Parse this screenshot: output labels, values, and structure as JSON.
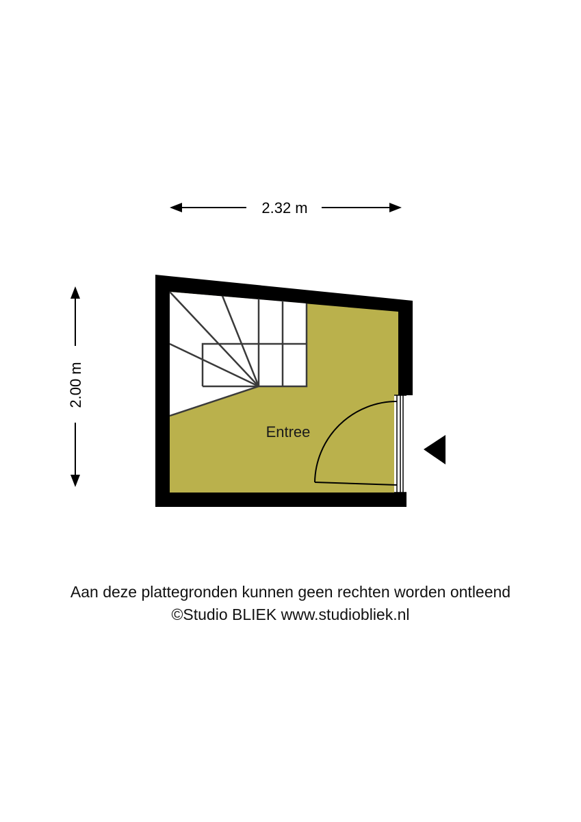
{
  "floorplan": {
    "width_dimension": "2.32 m",
    "height_dimension": "2.00 m",
    "room_label": "Entree",
    "colors": {
      "floor": "#bab14c",
      "wall": "#000000",
      "stair_line": "#3a3a3a",
      "background": "#ffffff"
    },
    "icons": [
      "entrance-arrow-icon",
      "door-swing-icon",
      "staircase-icon"
    ]
  },
  "footer": {
    "disclaimer": "Aan deze plattegronden kunnen geen rechten worden ontleend",
    "credit": "©Studio BLIEK www.studiobliek.nl"
  }
}
